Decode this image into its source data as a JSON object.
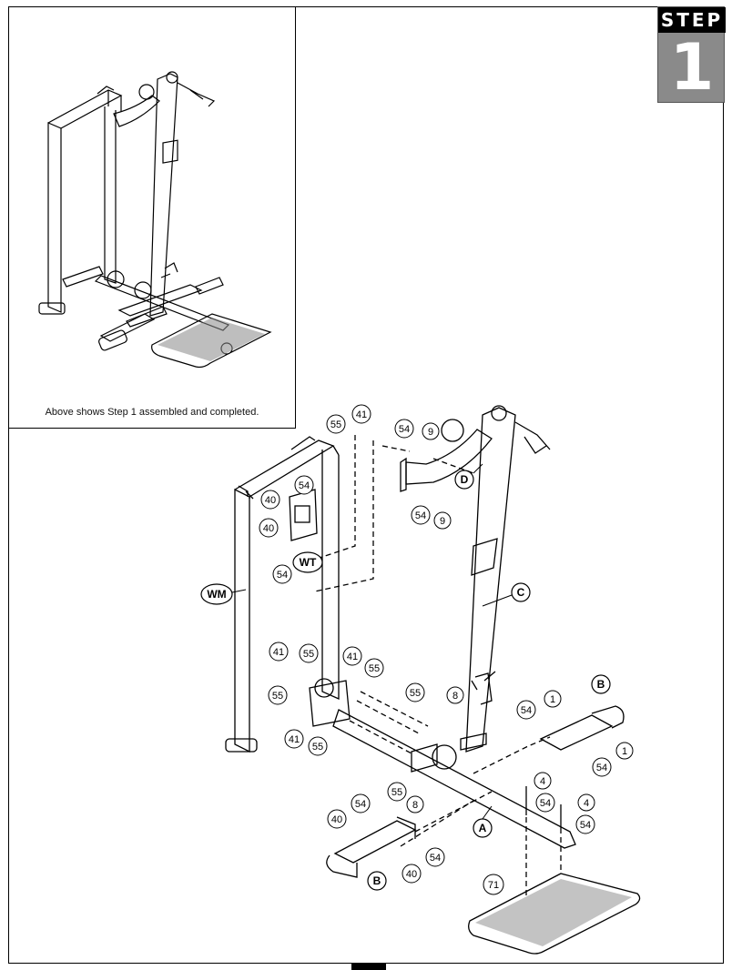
{
  "step": {
    "label": "STEP",
    "number": "1"
  },
  "inset": {
    "caption": "Above shows Step 1 assembled and completed."
  },
  "part_letters": {
    "wm": "WM",
    "wt": "WT",
    "d": "D",
    "c": "C",
    "a": "A",
    "b_right": "B",
    "b_left": "B"
  },
  "callouts": {
    "c41_top": "41",
    "c55_top": "55",
    "c54_top": "54",
    "c9_top": "9",
    "c54_mid": "54",
    "c9_mid": "9",
    "c54_wt": "54",
    "c40_wt_upper": "40",
    "c40_wt_lower": "40",
    "c54_wt_lower": "54",
    "c41_low_left": "41",
    "c55_low_left": "55",
    "c55_low_left2": "55",
    "c41_low_mid": "41",
    "c55_low_mid": "55",
    "c41_bottom": "41",
    "c55_bottom": "55",
    "c55_center": "55",
    "c8_center": "8",
    "c54_b_right": "54",
    "c1_b_right_top": "1",
    "c1_b_right_bottom": "1",
    "c54_b_right_lower": "54",
    "c4_upper": "4",
    "c54_a_upper": "54",
    "c4_lower": "4",
    "c54_a_lower": "54",
    "c55_a": "55",
    "c8_a": "8",
    "c54_b_left": "54",
    "c40_b_left": "40",
    "c54_b_left_lower": "54",
    "c40_b_left_lower": "40",
    "c71": "71"
  },
  "colors": {
    "line": "#000000",
    "badge": "#8a8a8a",
    "badge_header": "#000000"
  }
}
